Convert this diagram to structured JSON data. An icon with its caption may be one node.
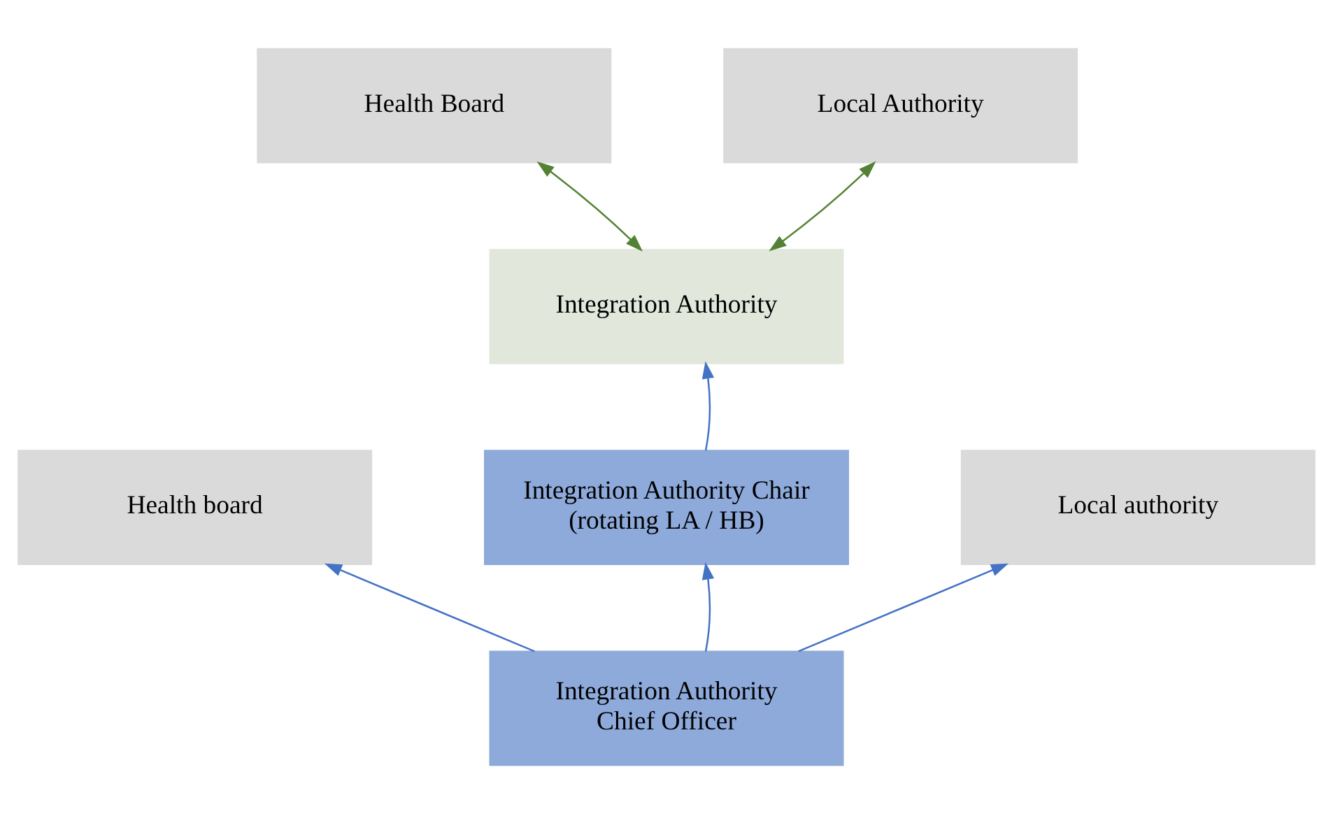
{
  "diagram": {
    "nodes": [
      {
        "text": [
          "Health Board"
        ]
      },
      {
        "text": [
          "Local Authority"
        ]
      },
      {
        "text": [
          "Integration Authority"
        ]
      },
      {
        "text": [
          "Health board"
        ]
      },
      {
        "text": [
          "Integration Authority Chair (rotating LA / HB)"
        ]
      },
      {
        "text": [
          "Local authority"
        ]
      },
      {
        "text": [
          "Integration Authority Chief Officer"
        ]
      }
    ],
    "edges": [
      {
        "from": 0,
        "to": 2,
        "arrow": "both",
        "color": "#548235"
      },
      {
        "from": 1,
        "to": 2,
        "arrow": "both",
        "color": "#548235"
      },
      {
        "from": 4,
        "to": 2,
        "arrow": "to"
      },
      {
        "from": 6,
        "to": 4,
        "arrow": "to"
      },
      {
        "from": 6,
        "to": 3,
        "arrow": "to"
      },
      {
        "from": 6,
        "to": 5,
        "arrow": "to"
      }
    ]
  }
}
